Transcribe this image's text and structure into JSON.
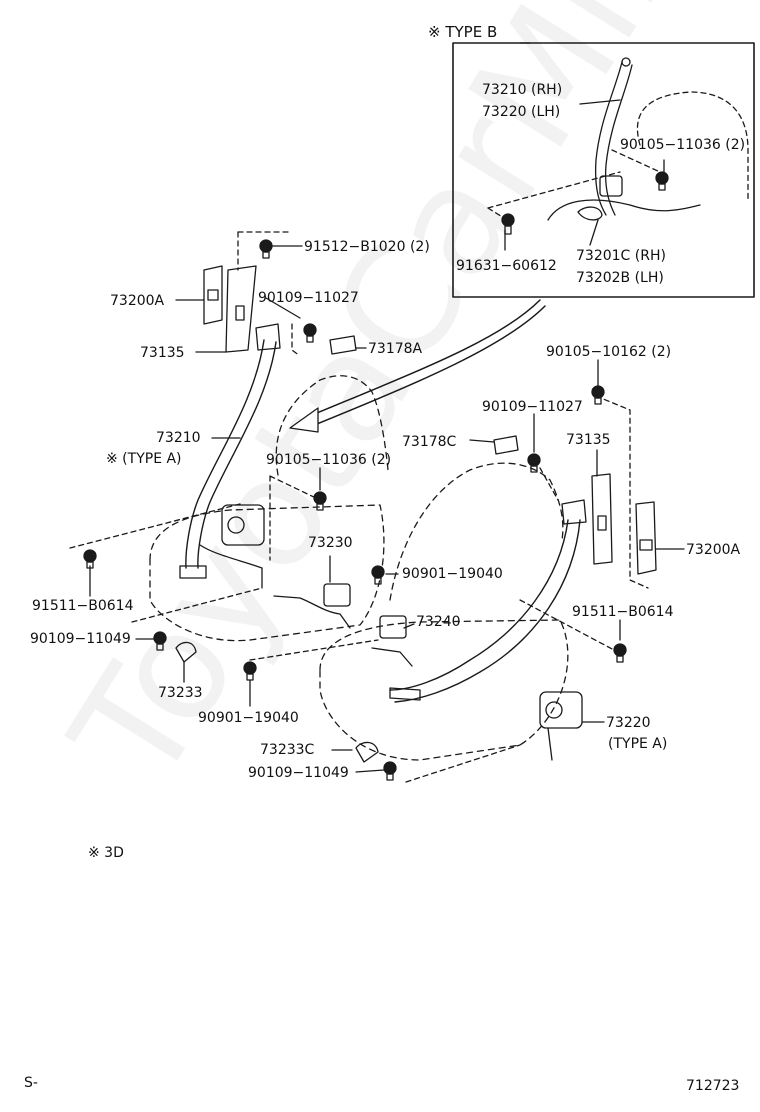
{
  "watermark": "ToyotaCarMine.ru",
  "type_b_box": {
    "title": "※ TYPE B"
  },
  "labels": {
    "p73210_rh": "73210 (RH)",
    "p73220_lh": "73220 (LH)",
    "p90105_11036_b": "90105−11036 (2)",
    "p91631_60612": "91631−60612",
    "p73201c_rh": "73201C (RH)",
    "p73202b_lh": "73202B (LH)",
    "p91512_b1020": "91512−B1020 (2)",
    "p73200a_left": "73200A",
    "p90109_11027_left": "90109−11027",
    "p73135_left": "73135",
    "p73178a": "73178A",
    "p90105_10162": "90105−10162 (2)",
    "p90109_11027_right": "90109−11027",
    "p73210_left": "73210",
    "p_type_a_left": "※ (TYPE A)",
    "p73178c": "73178C",
    "p73135_right": "73135",
    "p90105_11036_a": "90105−11036 (2)",
    "p73230": "73230",
    "p73200a_right": "73200A",
    "p90901_19040_mid": "90901−19040",
    "p91511_b0614_left": "91511−B0614",
    "p91511_b0614_right": "91511−B0614",
    "p73240": "73240",
    "p90109_11049_left": "90109−11049",
    "p73233": "73233",
    "p90901_19040_low": "90901−19040",
    "p73220_right": "73220",
    "p_type_a_right": "(TYPE A)",
    "p73233c": "73233C",
    "p90109_11049_low": "90109−11049",
    "p3d": "※ 3D"
  },
  "footer": {
    "left_code": "S-",
    "diagram_number": "712723"
  },
  "colors": {
    "line": "#1a1a1a",
    "background": "#ffffff",
    "watermark": "rgba(0,0,0,0.05)"
  }
}
